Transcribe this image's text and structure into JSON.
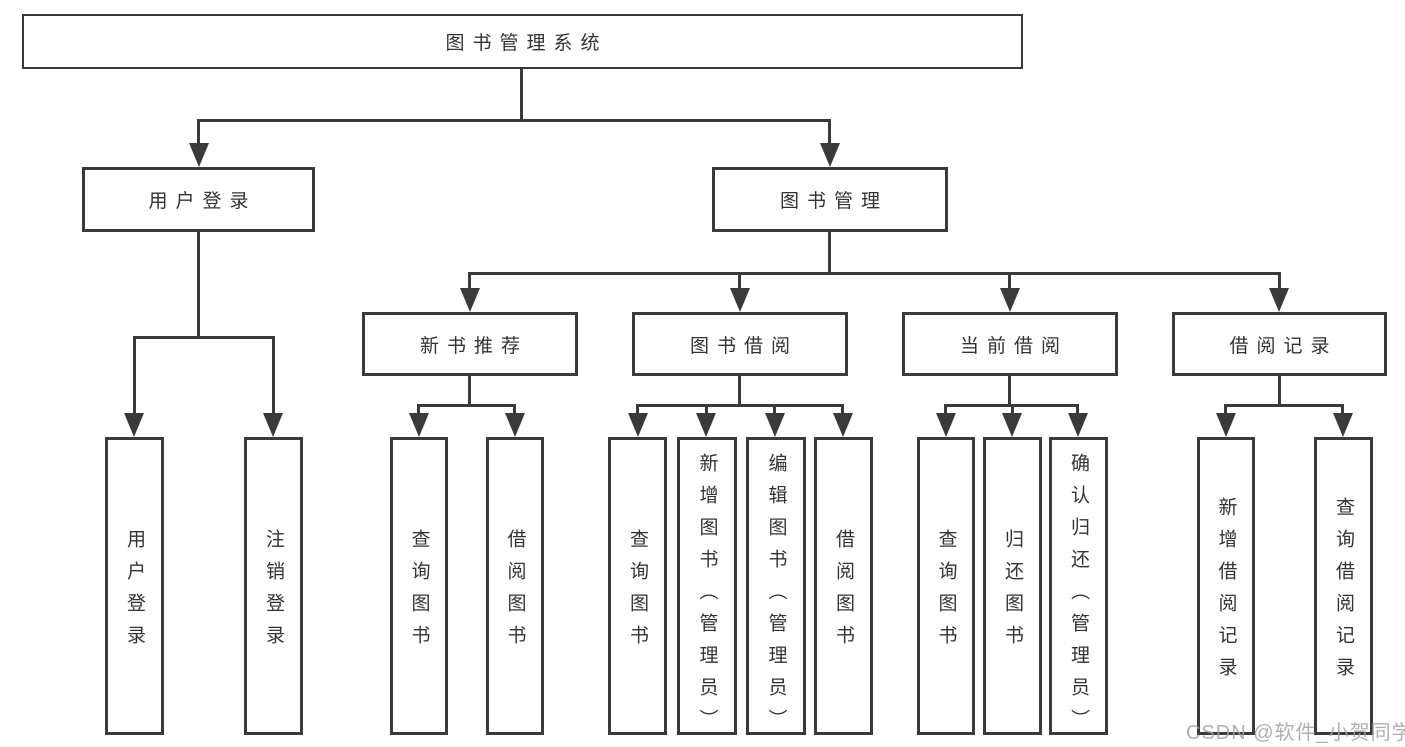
{
  "tree": {
    "root": {
      "label": "图书管理系统"
    },
    "children": [
      {
        "label": "用户登录",
        "children": [
          "用户登录",
          "注销登录"
        ]
      },
      {
        "label": "图书管理",
        "children": [
          {
            "label": "新书推荐",
            "children": [
              "查询图书",
              "借阅图书"
            ]
          },
          {
            "label": "图书借阅",
            "children": [
              "查询图书",
              "新增图书（管理员）",
              "编辑图书（管理员）",
              "借阅图书"
            ]
          },
          {
            "label": "当前借阅",
            "children": [
              "查询图书",
              "归还图书",
              "确认归还（管理员）"
            ]
          },
          {
            "label": "借阅记录",
            "children": [
              "新增借阅记录",
              "查询借阅记录"
            ]
          }
        ]
      }
    ]
  },
  "watermark": {
    "text": "CSDN @软件_小贺同学"
  },
  "colors": {
    "line": "#3a3a3a",
    "text": "#333333",
    "watermark": "#a3a3a3",
    "background": "#ffffff"
  }
}
